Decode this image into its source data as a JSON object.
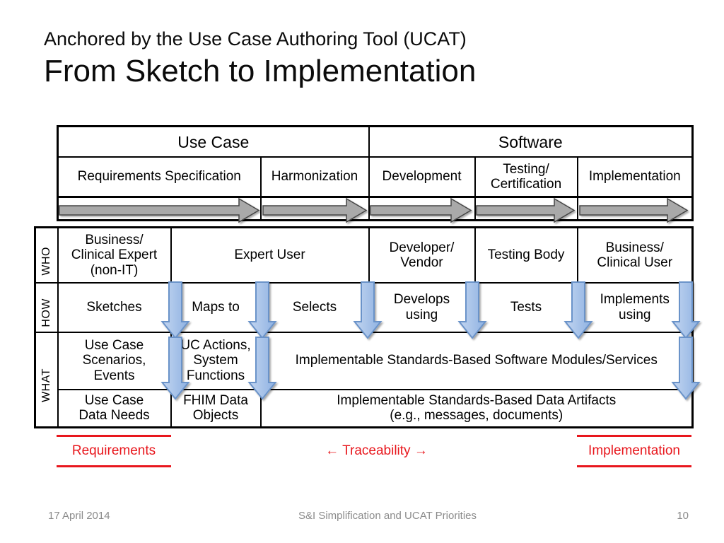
{
  "title": {
    "line1": "Anchored by the Use Case Authoring Tool (UCAT)",
    "line2": "From Sketch to Implementation"
  },
  "matrix": {
    "groups": [
      {
        "label": "Use Case"
      },
      {
        "label": "Software"
      }
    ],
    "phases": [
      {
        "label": "Requirements Specification"
      },
      {
        "label": "Harmonization"
      },
      {
        "label": "Development"
      },
      {
        "label": "Testing/\nCertification"
      },
      {
        "label": "Implementation"
      }
    ],
    "row_headers": [
      {
        "label": "WHO"
      },
      {
        "label": "HOW"
      },
      {
        "label": "WHAT"
      }
    ],
    "who": {
      "c1": "Business/\nClinical Expert\n(non-IT)",
      "c2": "Expert User",
      "c3": "Developer/\nVendor",
      "c4": "Testing Body",
      "c5": "Business/\nClinical User"
    },
    "how": {
      "c1": "Sketches",
      "c2": "Maps to",
      "c3": "Selects",
      "c4": "Develops\nusing",
      "c5": "Tests",
      "c6": "Implements\nusing"
    },
    "what1": {
      "c1": "Use Case\nScenarios,\nEvents",
      "c2": "UC Actions,\nSystem\nFunctions",
      "c3": "Implementable Standards-Based Software Modules/Services"
    },
    "what2": {
      "c1": "Use Case\nData Needs",
      "c2": "FHIM Data\nObjects",
      "c3": "Implementable Standards-Based Data Artifacts\n(e.g., messages, documents)"
    }
  },
  "annotations": {
    "left": "Requirements",
    "center": "← Traceability →",
    "right": "Implementation"
  },
  "footer": {
    "date": "17 April 2014",
    "title": "S&I Simplification and UCAT Priorities",
    "page": "10"
  },
  "colors": {
    "annotation_red": "#e8171d",
    "gray_arrow_fill": "#a9a9a9",
    "blue_arrow_fill": "#a6c3ea",
    "blue_arrow_stroke": "#6b93c9"
  }
}
